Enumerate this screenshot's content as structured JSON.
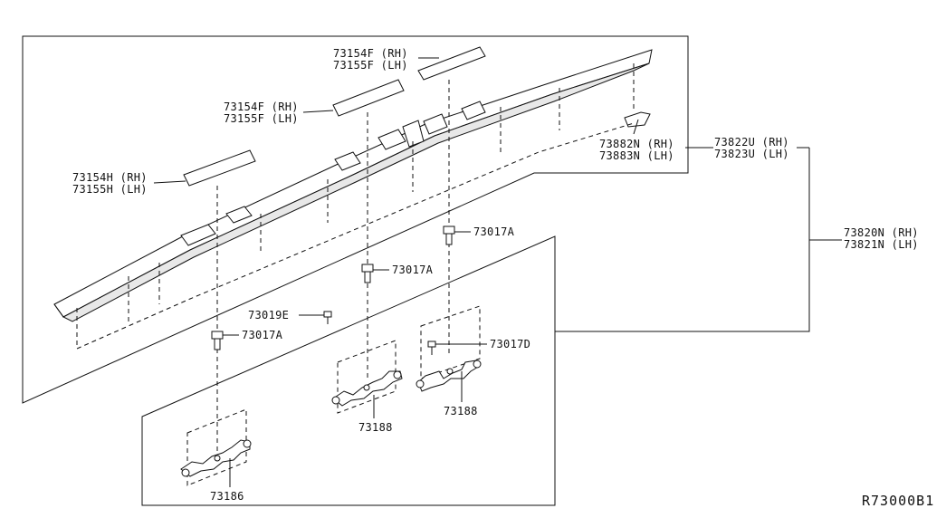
{
  "diagram_code": "R73000B1",
  "callouts": {
    "rail_end_cover": {
      "rh": "73154F (RH)",
      "lh": "73155F (LH)"
    },
    "rail_mid_cover": {
      "rh": "73154F (RH)",
      "lh": "73155F (LH)"
    },
    "rail_front_cover": {
      "rh": "73154H (RH)",
      "lh": "73155H (LH)"
    },
    "rail_end_clip": {
      "rh": "73882N (RH)",
      "lh": "73883N (LH)"
    },
    "roof_rail": {
      "rh": "73822U (RH)",
      "lh": "73823U (LH)"
    },
    "roof_rail_assy": {
      "rh": "73820N (RH)",
      "lh": "73821N (LH)"
    },
    "nut_upper": "73017A",
    "nut_middle": "73017A",
    "nut_left": "73017A",
    "screw_e": "73019E",
    "screw_d": "73017D",
    "bracket_left": "73186",
    "bracket_middle": "73188",
    "bracket_right": "73188"
  }
}
